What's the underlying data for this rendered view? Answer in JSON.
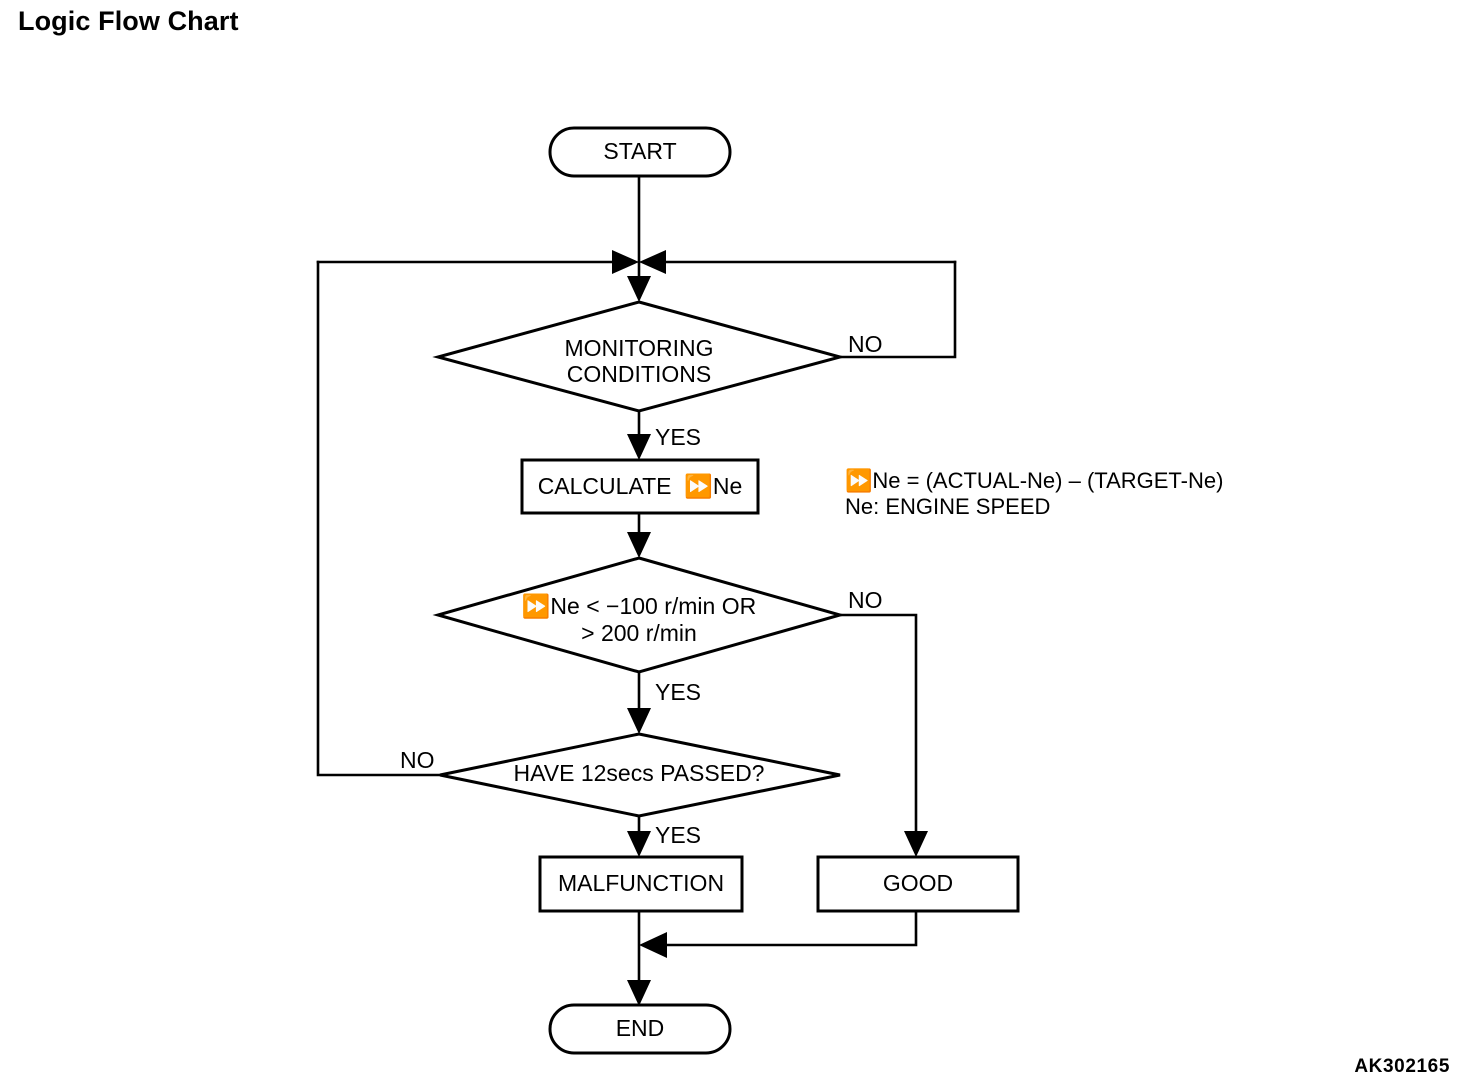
{
  "page": {
    "title": "Logic Flow Chart",
    "figure_code": "AK302165",
    "background_color": "#ffffff",
    "line_color": "#000000"
  },
  "flowchart": {
    "nodes": [
      {
        "id": "start",
        "shape": "terminator",
        "label": "START"
      },
      {
        "id": "monitoring",
        "shape": "decision",
        "label_line1": "MONITORING",
        "label_line2": "CONDITIONS"
      },
      {
        "id": "calculate",
        "shape": "process",
        "label": "CALCULATE  ⏩Ne"
      },
      {
        "id": "threshold",
        "shape": "decision",
        "label_line1": "⏩Ne < −100 r/min OR",
        "label_line2": "> 200 r/min"
      },
      {
        "id": "timer",
        "shape": "decision",
        "label": "HAVE 12secs PASSED?"
      },
      {
        "id": "malfunction",
        "shape": "process",
        "label": "MALFUNCTION"
      },
      {
        "id": "good",
        "shape": "process",
        "label": "GOOD"
      },
      {
        "id": "end",
        "shape": "terminator",
        "label": "END"
      }
    ],
    "edge_labels": {
      "monitoring_no": "NO",
      "monitoring_yes": "YES",
      "threshold_no": "NO",
      "threshold_yes": "YES",
      "timer_no": "NO",
      "timer_yes": "YES"
    },
    "note": {
      "line1": "⏩Ne = (ACTUAL-Ne) – (TARGET-Ne)",
      "line2": "Ne: ENGINE SPEED"
    }
  }
}
